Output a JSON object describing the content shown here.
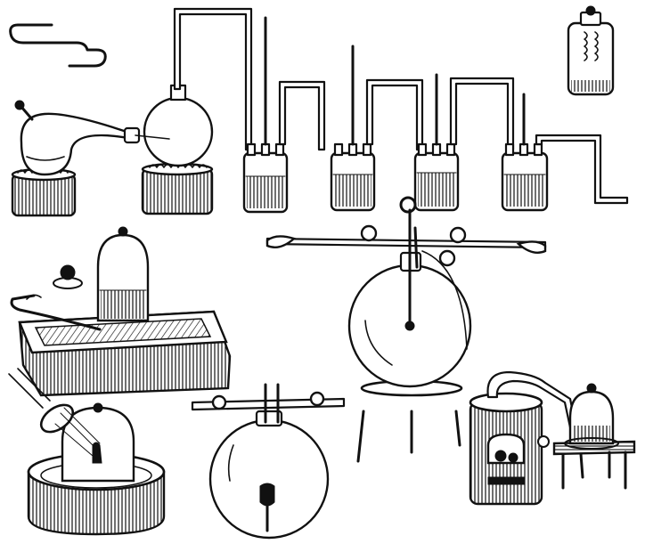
{
  "illustration": {
    "colors": {
      "ink": "#111111",
      "paper": "#ffffff"
    },
    "objects": [
      "s-tube-icon",
      "retort-on-furnace",
      "receiver-flask-on-furnace",
      "wash-bottle-train",
      "reagent-bottle",
      "bell-jar-on-heating-block",
      "glass-tray-with-bell-jar-and-lens",
      "round-flask-with-glass-rod",
      "large-flask-on-tripod-with-balance-arm",
      "stove-with-bell-jar-on-stand"
    ]
  }
}
